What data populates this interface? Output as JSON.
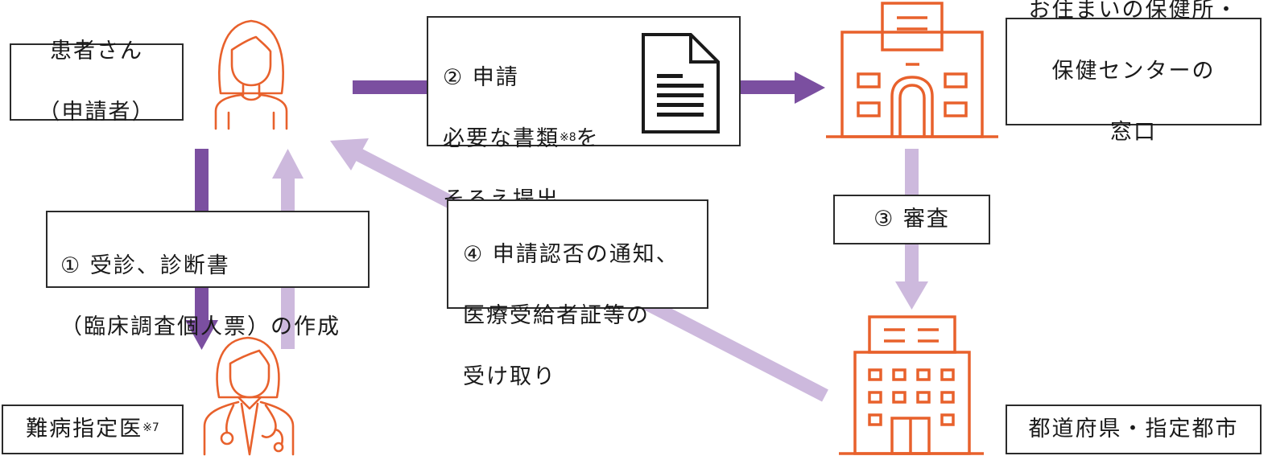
{
  "colors": {
    "arrow_dark": "#7b4fa0",
    "arrow_light": "#cdb9dd",
    "icon_orange": "#e8612c",
    "border": "#2b2b2b"
  },
  "nodes": {
    "patient": {
      "line1": "患者さん",
      "line2": "（申請者）",
      "icon": "patient-woman-icon"
    },
    "doctor": {
      "label": "難病指定医",
      "note": "※7",
      "icon": "doctor-stethoscope-icon"
    },
    "health_center": {
      "line1": "お住まいの保健所・",
      "line2": "保健センターの",
      "line3": "窓口",
      "icon": "health-center-building-icon"
    },
    "prefecture": {
      "label": "都道府県・指定都市",
      "icon": "office-tower-icon"
    }
  },
  "steps": {
    "step1": {
      "line1": "① 受診、診断書",
      "line2": "（臨床調査個人票）の作成"
    },
    "step2": {
      "line1": "② 申請",
      "line2": "必要な書類",
      "note": "※8",
      "line2_end": "を",
      "line3": "そろえ提出",
      "icon": "document-icon"
    },
    "step3": {
      "label": "③ 審査"
    },
    "step4": {
      "line1": "④ 申請認否の通知、",
      "line2": "医療受給者証等の",
      "line3": "受け取り"
    }
  }
}
